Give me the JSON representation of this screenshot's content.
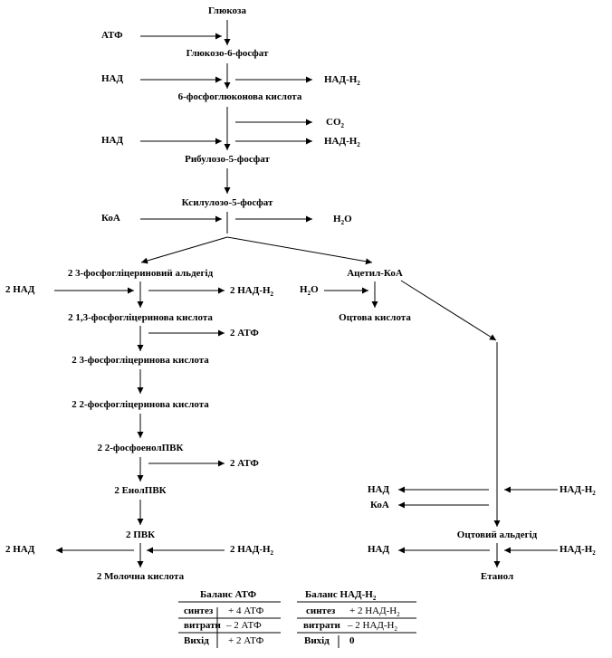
{
  "nodes": {
    "glucose": "Глюкоза",
    "g6p": "Глюкозо-6-фосфат",
    "pgluconic": "6-фосфоглюконова кислота",
    "ribulose": "Рибулозо-5-фосфат",
    "xylulose": "Ксилулозо-5-фосфат",
    "g3p": "2 3-фосфогліцериновий альдегід",
    "acetylcoa": "Ацетил-КоА",
    "bpg": "2 1,3-фосфогліцеринова кислота",
    "acetic_acid": "Оцтова кислота",
    "pg3": "2 3-фосфогліцеринова кислота",
    "pg2": "2 2-фосфогліцеринова кислота",
    "pep": "2 2-фосфоенолПВК",
    "enol": "2 ЕнолПВК",
    "pvk": "2 ПВК",
    "lactic": "2 Молочна кислота",
    "acetaldehyde": "Оцтовий альдегід",
    "ethanol": "Етанол"
  },
  "side": {
    "atp_in": "АТФ",
    "nad_1": "НАД",
    "nadh_1_base": "НАД-Н",
    "nadh_1_sub": "2",
    "co2_base": "CO",
    "co2_sub": "2",
    "nad_2": "НАД",
    "nadh_2_base": "НАД-Н",
    "nadh_2_sub": "2",
    "koa_1": "КоА",
    "h2o_1_base": "Н",
    "h2o_1_sub": "2",
    "h2o_1_tail": "О",
    "nad_left": "2 НАД",
    "nadh_right_base": "2 НАД-Н",
    "nadh_right_sub": "2",
    "h2o_2_base": "Н",
    "h2o_2_sub": "2",
    "h2o_2_tail": "О",
    "atp_1": "2 АТФ",
    "atp_2": "2 АТФ",
    "nad_r1": "НАД",
    "nadh_r1_base": "НАД-Н",
    "nadh_r1_sub": "2",
    "koa_r": "КоА",
    "nad_l_pvk": "2 НАД",
    "nadh_pvk_base": "2 НАД-Н",
    "nadh_pvk_sub": "2",
    "nad_r2": "НАД",
    "nadh_r2_base": "НАД-Н",
    "nadh_r2_sub": "2"
  },
  "balance_atp": {
    "title": "Баланс  АТФ",
    "r1_label": "синтез",
    "r1_value": "+ 4 АТФ",
    "r2_label": "витрати",
    "r2_value": "– 2 АТФ",
    "r3_label": "Вихід",
    "r3_value": "+ 2 АТФ"
  },
  "balance_nad": {
    "title_base": "Баланс  НАД-Н",
    "title_sub": "2",
    "r1_label": "синтез",
    "r1_value_base": "+ 2 НАД-Н",
    "r1_value_sub": "2",
    "r2_label": "витрати",
    "r2_value_base": "– 2 НАД-Н",
    "r2_value_sub": "2",
    "r3_label": "Вихід",
    "r3_value": "0"
  }
}
